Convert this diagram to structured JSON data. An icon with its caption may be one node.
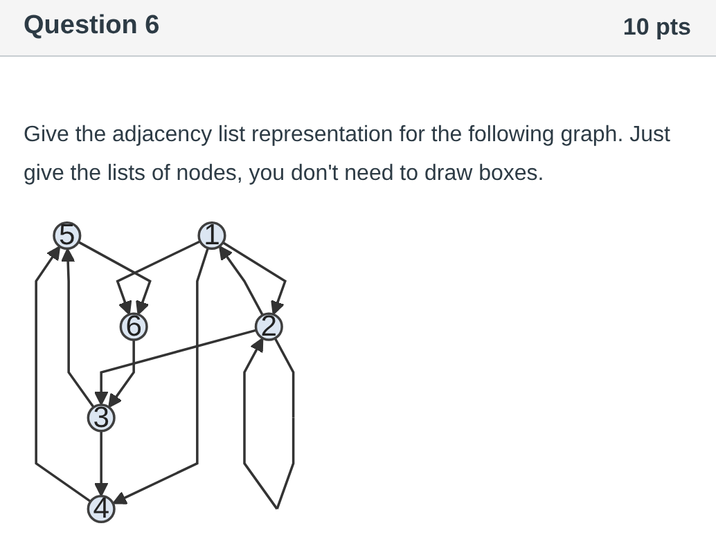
{
  "diagram": {
    "title": "Question 6",
    "nodes": [
      {
        "text": [
          "5"
        ]
      },
      {
        "text": [
          "6"
        ]
      },
      {
        "text": [
          "4"
        ]
      },
      {
        "text": [
          "1"
        ]
      },
      {
        "text": [
          "3"
        ]
      },
      {
        "text": [
          "2"
        ]
      }
    ],
    "edges": [
      {
        "from": 0,
        "to": 1,
        "arrow": "to"
      },
      {
        "from": 2,
        "to": 0,
        "arrow": "to"
      },
      {
        "from": 3,
        "to": 1,
        "arrow": "to"
      },
      {
        "from": 3,
        "to": 2,
        "arrow": "to"
      },
      {
        "from": 1,
        "to": 4,
        "arrow": "to"
      },
      {
        "from": 4,
        "to": 0,
        "arrow": "to"
      },
      {
        "from": 4,
        "to": 2,
        "arrow": "to"
      },
      {
        "from": 3,
        "to": 5,
        "arrow": "to"
      },
      {
        "from": 5,
        "to": 3,
        "arrow": "to"
      },
      {
        "from": 5,
        "to": 4,
        "arrow": "to"
      },
      {
        "from": 5,
        "to": 5,
        "arrow": "to"
      }
    ],
    "labels": [
      "10 pts",
      "Give the adjacency list representation for the following graph. Just give the lists of nodes, you don't need to draw boxes."
    ]
  }
}
